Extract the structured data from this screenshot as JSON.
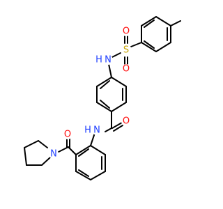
{
  "colors": {
    "bond": "#000000",
    "oxygen": "#ff0d0d",
    "nitrogen": "#1f3fff",
    "sulfur": "#c8a400",
    "hydrogen": "#1f3fff"
  },
  "labels": {
    "s1": "S",
    "o1": "O",
    "o2": "O",
    "nh1": "N",
    "h1": "H",
    "o3": "O",
    "nh2": "N",
    "h2": "H",
    "o4": "O",
    "n3": "N"
  }
}
